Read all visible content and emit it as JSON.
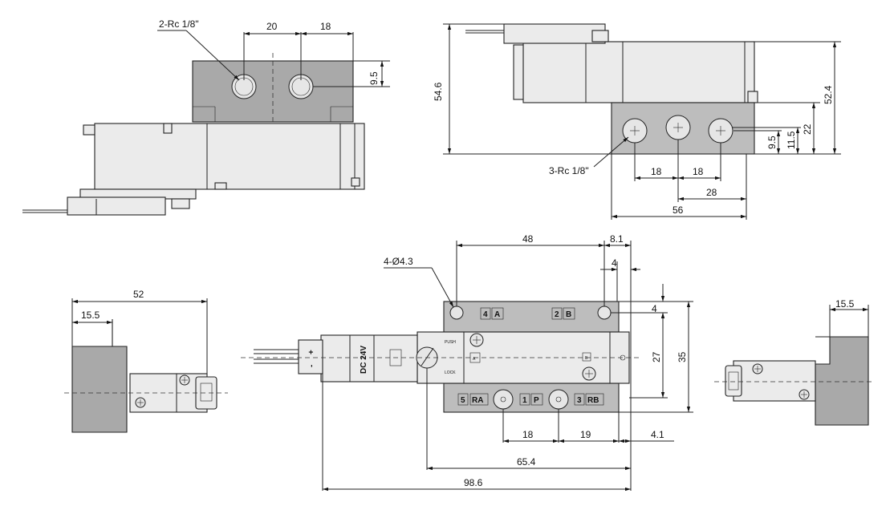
{
  "callouts": {
    "top_left_ports": "2-Rc 1/8\"",
    "top_right_ports": "3-Rc 1/8\"",
    "mount_holes": "4-Ø4.3"
  },
  "dims": {
    "tl_20": "20",
    "tl_18": "18",
    "tl_9_5": "9.5",
    "tr_54_6": "54.6",
    "tr_52_4": "52.4",
    "tr_22": "22",
    "tr_11_5": "11.5",
    "tr_9_5": "9.5",
    "tr_18a": "18",
    "tr_18b": "18",
    "tr_28": "28",
    "tr_56": "56",
    "bl_52": "52",
    "bl_15_5": "15.5",
    "br_15_5": "15.5",
    "bm_48": "48",
    "bm_8_1": "8.1",
    "bm_4a": "4",
    "bm_4b": "4",
    "bm_27": "27",
    "bm_35": "35",
    "bm_18": "18",
    "bm_19": "19",
    "bm_4_1": "4.1",
    "bm_65_4": "65.4",
    "bm_98_6": "98.6"
  },
  "ports": {
    "p4": "4",
    "p4_letter": "A",
    "p2": "2",
    "p2_letter": "B",
    "p5": "5",
    "p5_letter": "RA",
    "p1": "1",
    "p1_letter": "P",
    "p3": "3",
    "p3_letter": "RB"
  },
  "markings": {
    "voltage": "DC 24V",
    "plus": "+",
    "minus": "-",
    "push": "PUSH",
    "lock": "LOCK",
    "side_a": "A",
    "side_b": "B"
  }
}
